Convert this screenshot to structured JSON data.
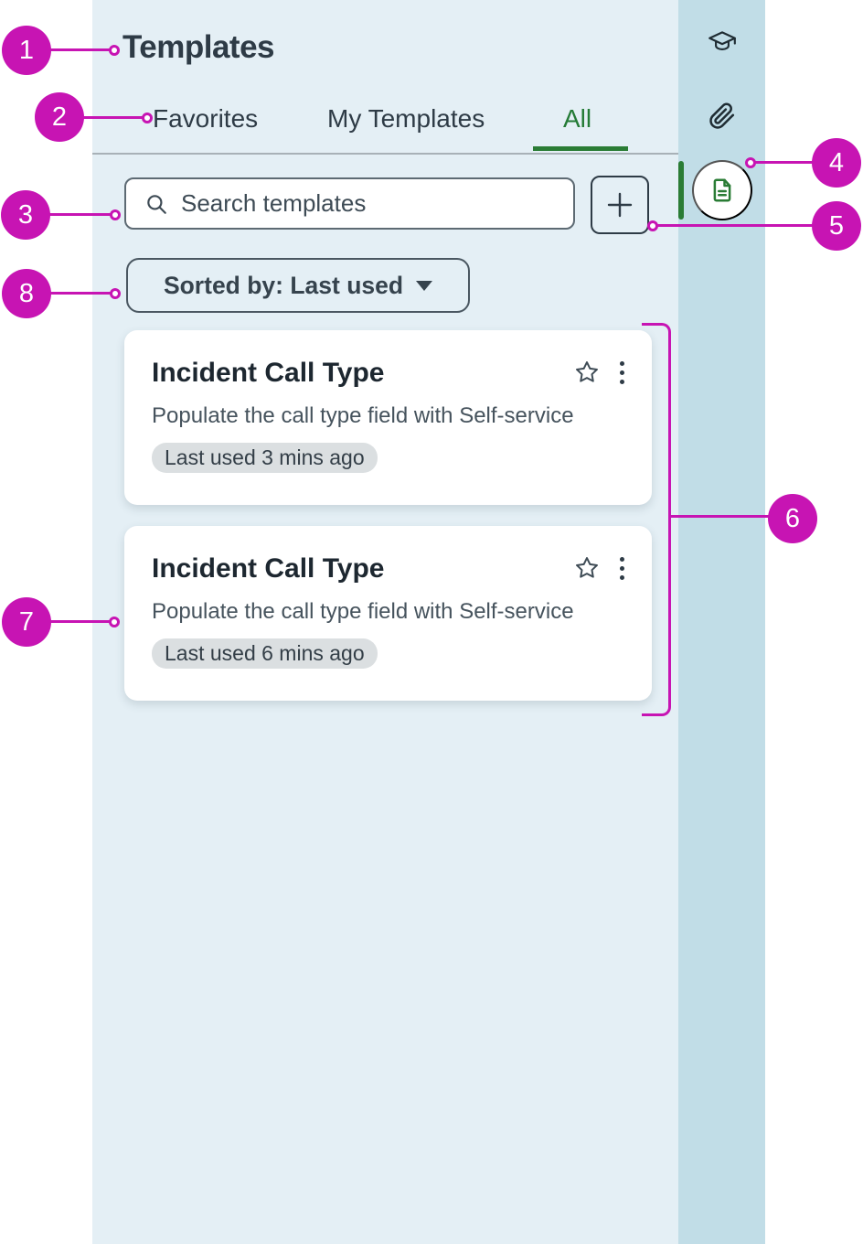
{
  "header": {
    "title": "Templates"
  },
  "tabs": [
    {
      "label": "Favorites",
      "active": false
    },
    {
      "label": "My Templates",
      "active": false
    },
    {
      "label": "All",
      "active": true
    }
  ],
  "search": {
    "placeholder": "Search templates",
    "icon": "search-icon"
  },
  "toolbar": {
    "add_button_icon": "plus-icon",
    "sort_label": "Sorted by: Last used",
    "sort_caret_icon": "caret-down-icon"
  },
  "cards": [
    {
      "title": "Incident Call Type",
      "description": "Populate the call type field with Self-service",
      "badge": "Last used 3 mins ago",
      "icons": [
        "star-icon",
        "kebab-menu-icon"
      ]
    },
    {
      "title": "Incident Call Type",
      "description": "Populate the call type field with Self-service",
      "badge": "Last used 6 mins ago",
      "icons": [
        "star-icon",
        "kebab-menu-icon"
      ]
    }
  ],
  "rail": {
    "icons": [
      "graduation-cap-icon",
      "paperclip-icon",
      "document-icon"
    ],
    "active_icon": "document-icon"
  },
  "callouts": [
    "1",
    "2",
    "3",
    "4",
    "5",
    "6",
    "7",
    "8"
  ],
  "colors": {
    "annotation_magenta": "#c714b3",
    "accent_green": "#2a7c35",
    "panel_background": "#e4eff5",
    "rail_background": "#c1dde7",
    "text_dark": "#2e3b46",
    "badge_background": "#dbdfe1"
  }
}
